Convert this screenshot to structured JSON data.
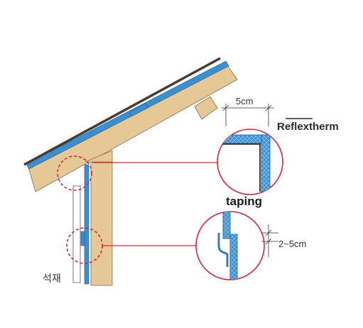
{
  "labels": {
    "dimension_top": "5cm",
    "brand": "Reflextherm",
    "taping": "taping",
    "dimension_bottom": "2~5cm",
    "stone": "석재"
  },
  "colors": {
    "wood": "#e6c896",
    "wood_stroke": "#8a6d45",
    "insulation": "#3a8fd0",
    "insulation_stroke": "#1f5d92",
    "roofing": "#4a3a32",
    "callout": "#d7263d",
    "text": "#333333"
  }
}
